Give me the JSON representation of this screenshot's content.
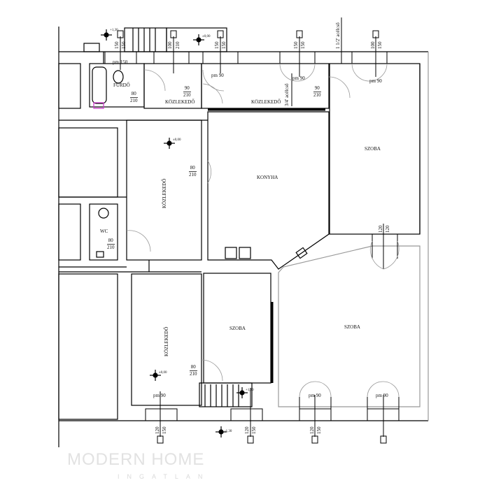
{
  "rooms": {
    "bathroom": "FÜRDŐ",
    "corridor_top_left": "KÖZLEKEDŐ",
    "corridor_top": "KÖZLEKEDŐ",
    "corridor_vertical": "KÖZLEKEDŐ",
    "corridor_bottom": "KÖZLEKEDŐ",
    "kitchen": "KONYHA",
    "room_top_right": "SZOBA",
    "room_middle": "SZOBA",
    "room_big": "SZOBA",
    "wc": "WC"
  },
  "windows": {
    "pm150": "pm 150",
    "pm90": "pm 90"
  },
  "doors": {
    "d80_w": "80",
    "d80_h": "210",
    "d90_w": "90",
    "d90_h": "210"
  },
  "window_sizes": {
    "w150": "150",
    "w100": "100",
    "w120": "120",
    "h150": "150",
    "h210": "210"
  },
  "pipes": {
    "pipe_large": "1 1/2' acélcső",
    "pipe_small": "3/4' acélcső"
  },
  "levels": {
    "plus": "+1,30",
    "zero": "±0,00",
    "minus": "-1,30"
  },
  "watermark": {
    "brand": "MODERN HOME",
    "sub": "INGATLAN"
  },
  "colors": {
    "wall": "#000000",
    "thin": "#888888",
    "accent": "#cc33cc"
  }
}
